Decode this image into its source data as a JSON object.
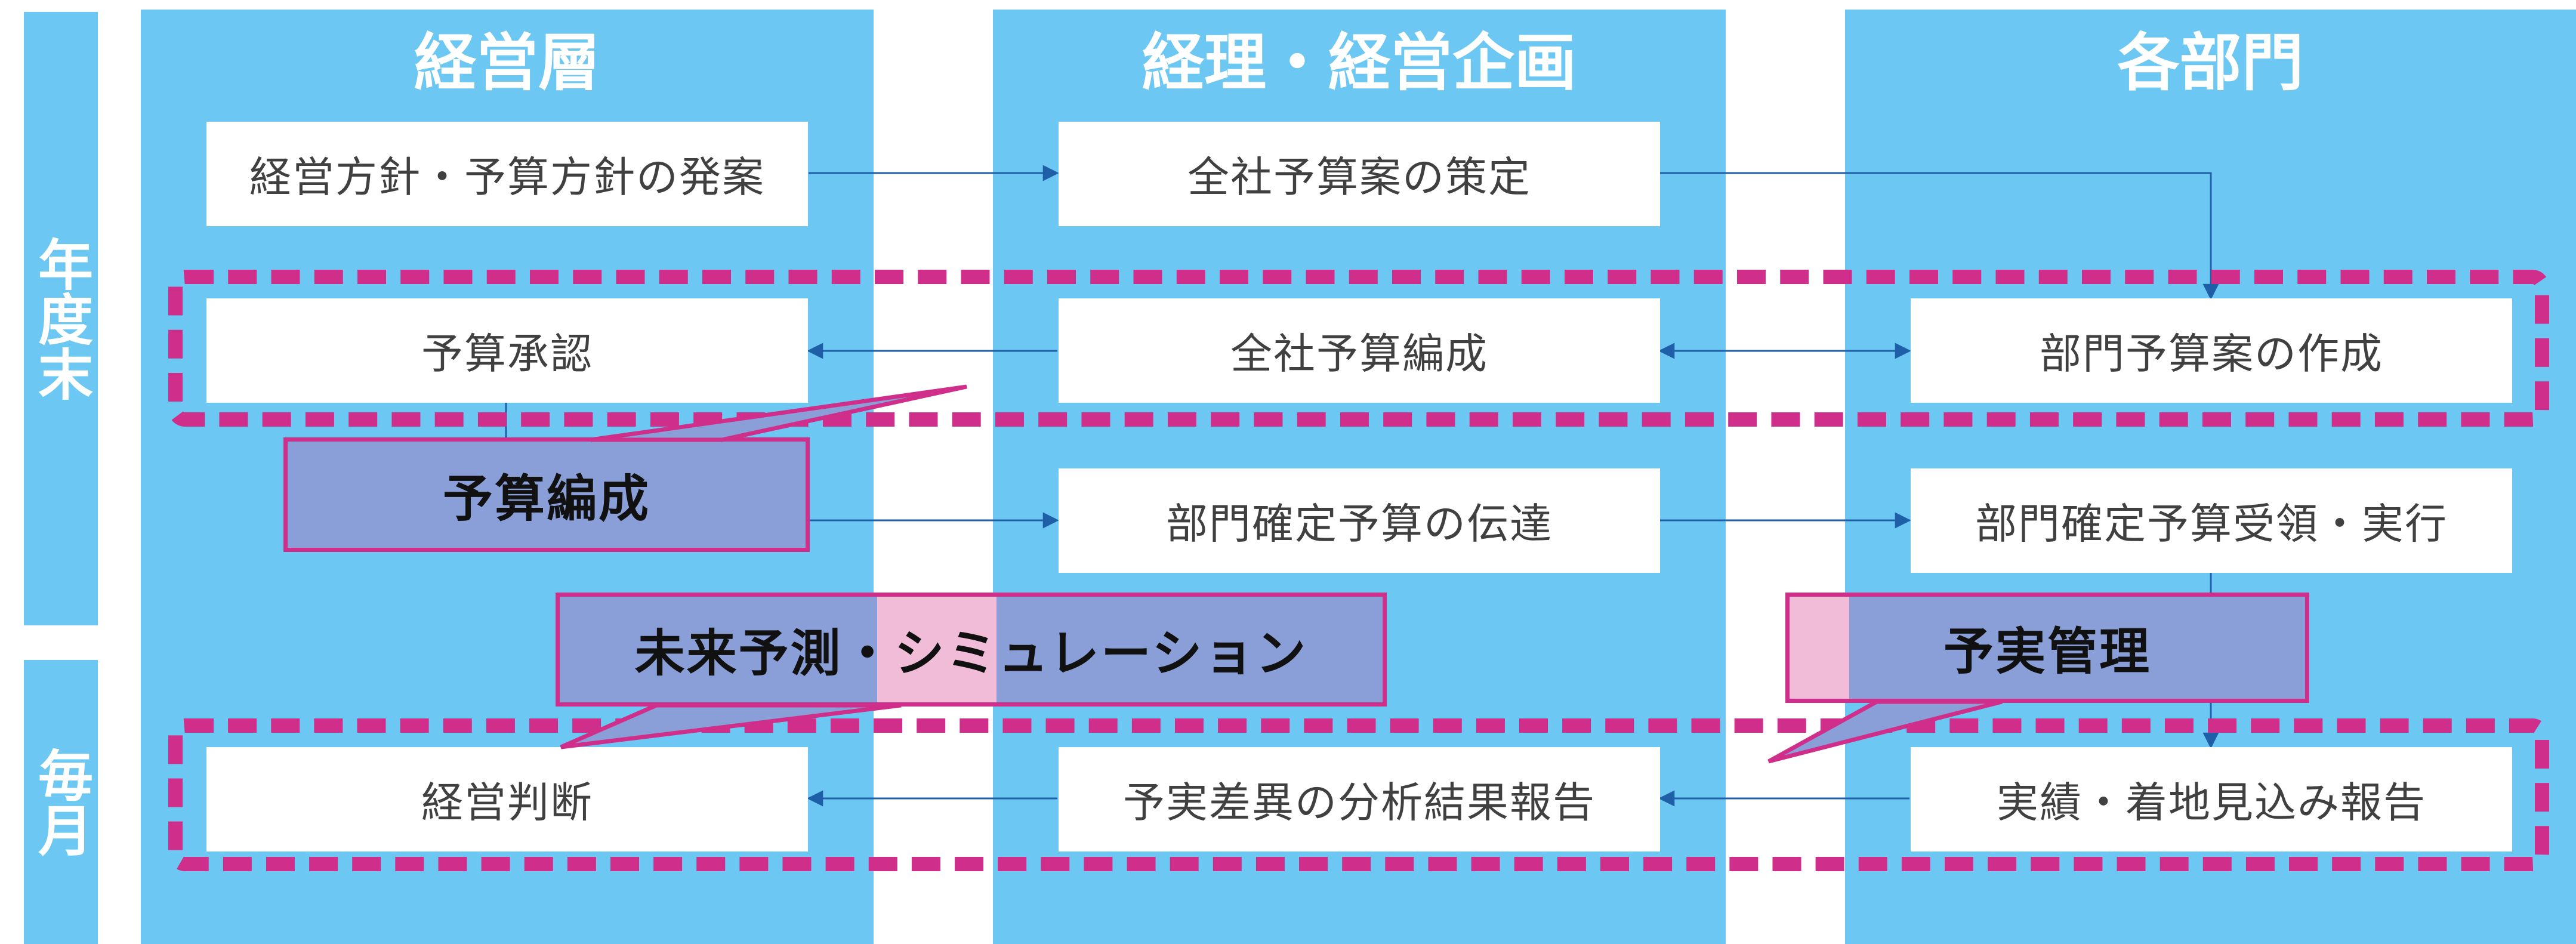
{
  "side_labels": {
    "year_end": "年度末",
    "monthly": "毎月"
  },
  "columns": {
    "management": "経営層",
    "accounting": "経理・経営企画",
    "departments": "各部門"
  },
  "boxes": {
    "policy_draft": "経営方針・予算方針の発案",
    "company_budget_plan": "全社予算案の策定",
    "budget_approval": "予算承認",
    "company_budget_compile": "全社予算編成",
    "dept_budget_create": "部門予算案の作成",
    "dept_budget_notify": "部門確定予算の伝達",
    "dept_budget_receive": "部門確定予算受領・実行",
    "management_decision": "経営判断",
    "variance_report": "予実差異の分析結果報告",
    "actual_report": "実績・着地見込み報告"
  },
  "callouts": {
    "budgeting": "予算編成",
    "forecast": "未来予測・シミュレーション",
    "budget_actual": "予実管理"
  },
  "colors": {
    "column_blue": "#6cc8f2",
    "callout_fill": "#8a9fd7",
    "accent_magenta": "#cf2e8a",
    "pink_tint": "#f1bcd8",
    "arrow_blue": "#1f5fa8"
  }
}
